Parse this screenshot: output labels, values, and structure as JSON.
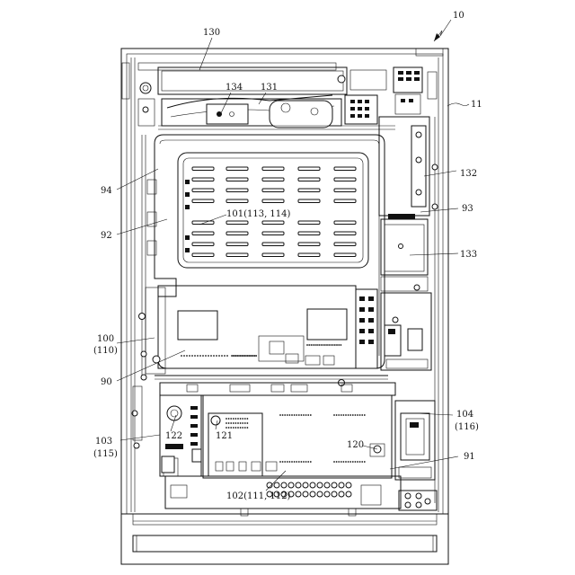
{
  "figure": {
    "labels": {
      "l10": "10",
      "l11": "11",
      "l130": "130",
      "l134": "134",
      "l131": "131",
      "l132": "132",
      "l93": "93",
      "l133": "133",
      "l94": "94",
      "l92": "92",
      "l101": "101(113, 114)",
      "l100a": "100",
      "l100b": "(110)",
      "l90": "90",
      "l104a": "104",
      "l104b": "(116)",
      "l103a": "103",
      "l103b": "(115)",
      "l122": "122",
      "l121": "121",
      "l120": "120",
      "l91": "91",
      "l102": "102(111, 112)"
    }
  }
}
